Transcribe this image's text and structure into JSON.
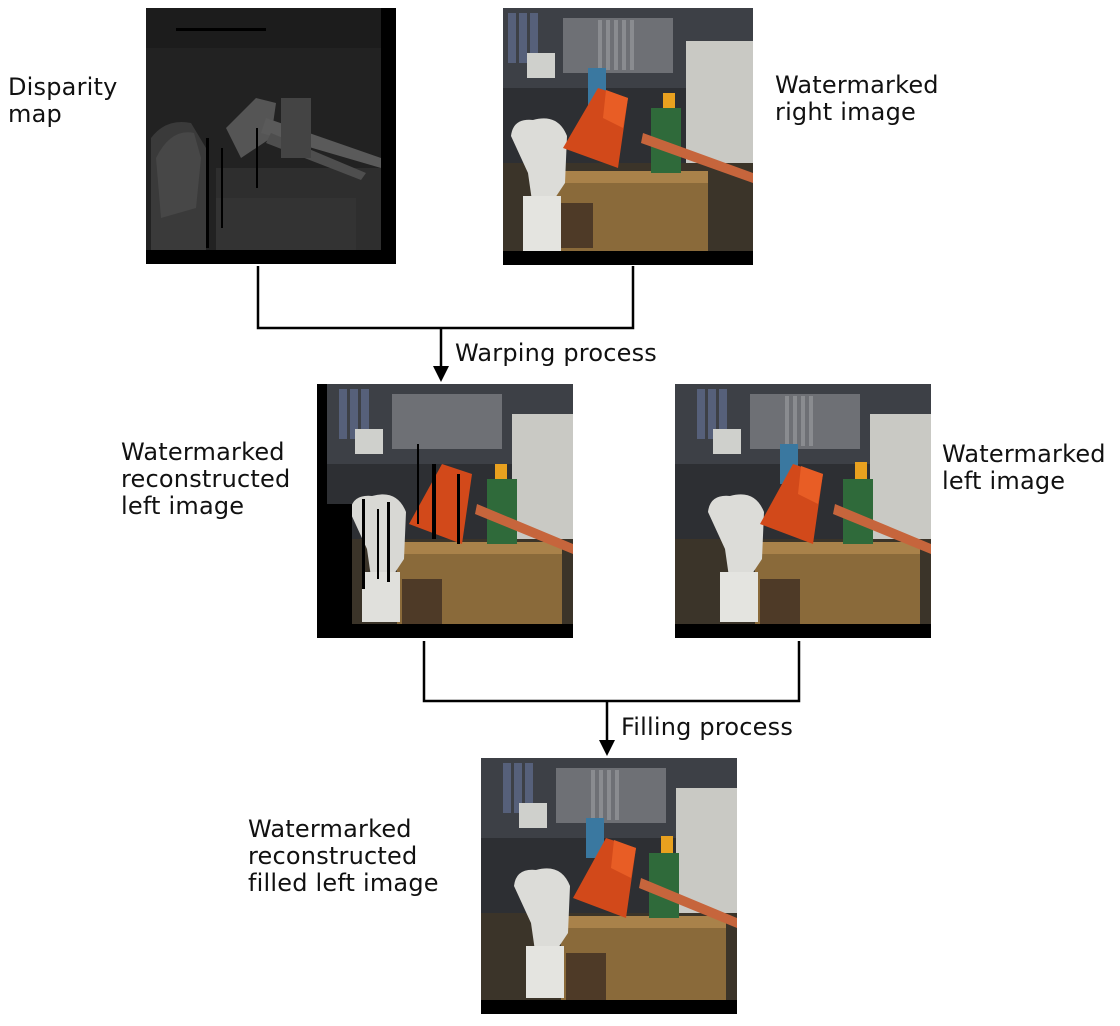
{
  "labels": {
    "disparity_map": "Disparity\nmap",
    "watermarked_right": "Watermarked\nright image",
    "warping": "Warping process",
    "reconstructed_left": "Watermarked\nreconstructed\nleft image",
    "watermarked_left": "Watermarked\nleft image",
    "filling": "Filling process",
    "filled_left": "Watermarked\nreconstructed\nfilled left image"
  }
}
